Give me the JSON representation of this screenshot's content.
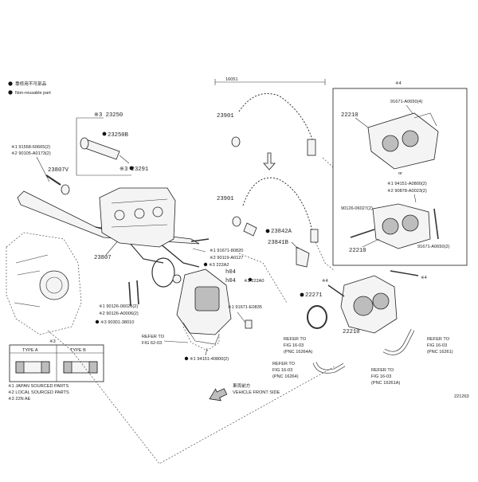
{
  "legend": {
    "japan_note": "專修用不可部品",
    "non_reusable": "Non-reusable part"
  },
  "parts": {
    "p23250": "※3 23250",
    "p23250B": "23250B",
    "p23291": "※3 23291",
    "p91558": "※1 91558-60665(2)",
    "p90105": "※2 90105-A0173(2)",
    "p23807V": "23807V",
    "p23807": "23807",
    "p23901_top": "23901",
    "p23901_mid": "23901",
    "p23842A": "23842A",
    "p23841B": "23841B",
    "p91671_80820": "※1 91671-80820",
    "p90119_A0127": "※2 90119-A0127",
    "p222A2": "※3 222A2",
    "p404a": "h04",
    "p404b": "h04",
    "p222A0": "※3 222A0",
    "p90126_0606": "※1 90126-06026(2)",
    "p90126_A0006": "※2 90126-A0006(2)",
    "p90301": "※3 90301-38010",
    "p91671_E0835": "※1 91671-E0835",
    "p94151": "※1 94151-40800(2)",
    "p22271": "22271",
    "p22210_main": "22210",
    "p22210_box_top": "22210",
    "p22210_box_bot": "22210",
    "box_91671_A0650_4": "91671-A0650(4)",
    "box_or": "or",
    "box_94151_A0800": "※1 94151-A0800(2)",
    "box_90878_A0023": "※2 90878-A0023(2)",
    "box_90126_06027": "90126-06027(2)",
    "box_91671_A0650_2": "91671-A0650(2)",
    "box_header": "※4",
    "dim_top": "16051",
    "star4a": "※4",
    "star4b": "※4"
  },
  "refer": {
    "r1_l1": "REFER TO",
    "r1_l2": "FIG 62-03",
    "r2_l1": "REFER TO",
    "r2_l2": "FIG 16-03",
    "r2_l3": "(PNC 16264A)",
    "r3_l1": "REFER TO",
    "r3_l2": "FIG 16-03",
    "r3_l3": "(PNC 16264)",
    "r4_l1": "REFER TO",
    "r4_l2": "FIG 16-03",
    "r4_l3": "(PNC 16261)",
    "r5_l1": "REFER TO",
    "r5_l2": "FIG 16-03",
    "r5_l3": "(PNC 16261A)"
  },
  "types": {
    "header": "※3",
    "type_a": "TYPE A",
    "type_b": "TYPE B"
  },
  "footnotes": {
    "n1": "※1 JAPAN SOURCED PARTS",
    "n2": "※2 LOCAL SOURCED PARTS",
    "n3": "※3 22N AE"
  },
  "arrow": {
    "jp": "車両前方",
    "en": "VEHICLE FRONT SIDE"
  },
  "diagram_id": "221263"
}
